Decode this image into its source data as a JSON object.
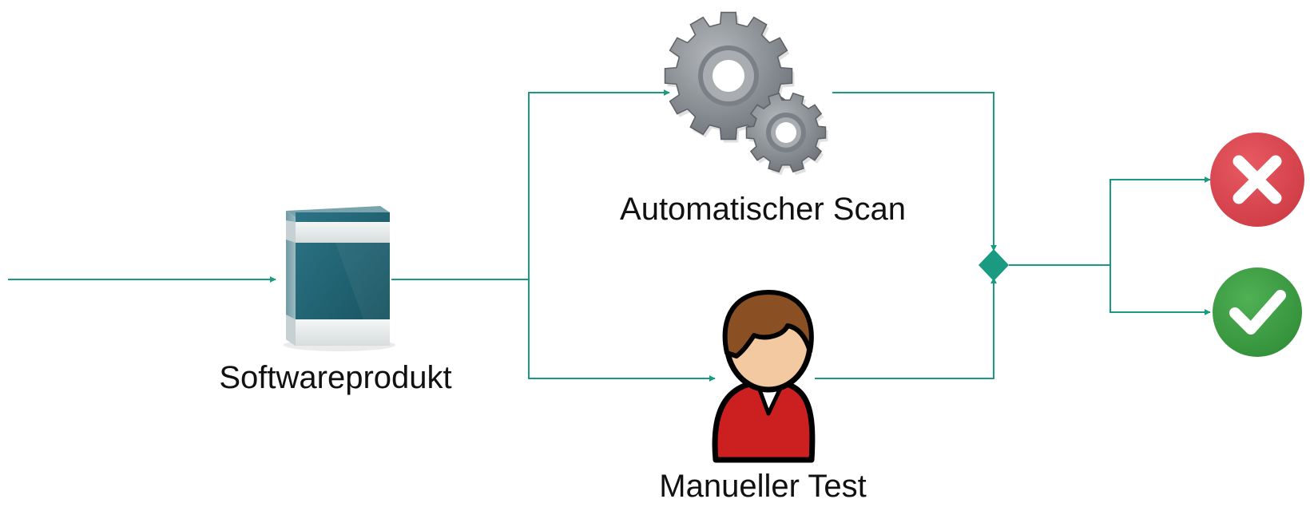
{
  "nodes": {
    "software_product": {
      "label": "Softwareprodukt",
      "icon": "software-box-icon"
    },
    "automatic_scan": {
      "label": "Automatischer Scan",
      "icon": "gears-icon"
    },
    "manual_test": {
      "label": "Manueller Test",
      "icon": "person-icon"
    },
    "merge": {
      "icon": "diamond-gateway-icon"
    },
    "fail": {
      "icon": "cross-icon"
    },
    "pass": {
      "icon": "check-icon"
    }
  },
  "colors": {
    "connector": "#1a9a80",
    "fail": "#d9434f",
    "pass": "#3a9c3f",
    "box_dark": "#1e5f6e",
    "box_light": "#eef0f0",
    "gear": "#8a8f95",
    "person_shirt": "#cc1f1f",
    "person_hair": "#8a4f22",
    "person_skin": "#f2c9a0"
  }
}
